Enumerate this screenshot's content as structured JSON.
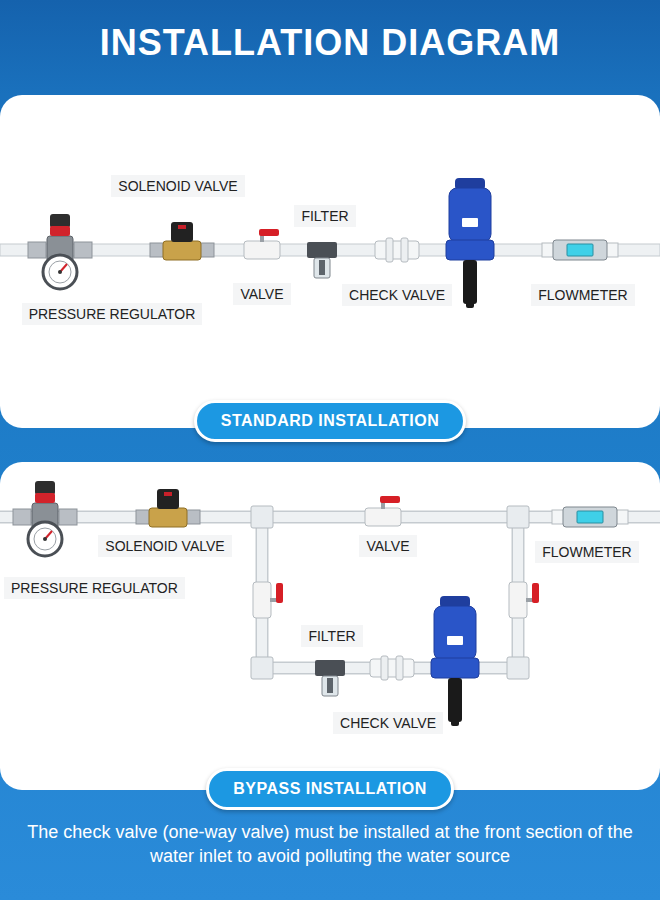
{
  "diagram": {
    "title": "INSTALLATION DIAGRAM",
    "caption": "The check valve (one-way valve) must be installed at the front section of the water inlet to avoid polluting the water source",
    "nodes": [
      {
        "text": [
          "STANDARD INSTALLATION"
        ]
      },
      {
        "text": [
          "BYPASS INSTALLATION"
        ]
      }
    ],
    "labels": [
      "SOLENOID VALVE",
      "FILTER",
      "VALVE",
      "CHECK VALVE",
      "FLOWMETER",
      "PRESSURE REGULATOR",
      "PRESSURE REGULATOR",
      "SOLENOID VALVE",
      "VALVE",
      "FLOWMETER",
      "FILTER",
      "CHECK VALVE"
    ]
  }
}
